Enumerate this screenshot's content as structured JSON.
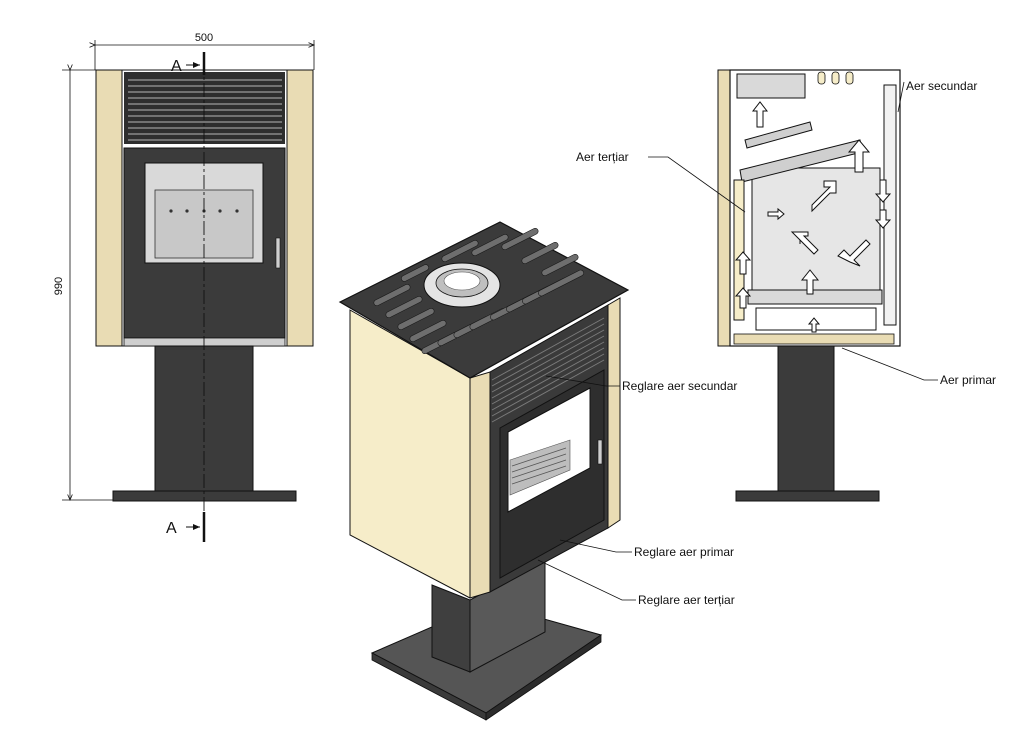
{
  "dimensions": {
    "width_label": "500",
    "height_label": "990"
  },
  "section": {
    "top_label": "A",
    "bottom_label": "A"
  },
  "callouts": {
    "aer_secundar": "Aer secundar",
    "aer_tertiar": "Aer terțiar",
    "aer_primar": "Aer primar",
    "reglare_aer_secundar": "Reglare aer secundar",
    "reglare_aer_primar": "Reglare aer primar",
    "reglare_aer_tertiar": "Reglare aer terțiar"
  },
  "colors": {
    "cream_panel": "#e9dcb4",
    "cream_light": "#f6edc9",
    "dark_body": "#3b3b3b",
    "steel": "#5a5a5a",
    "glass": "#d9d9d9",
    "line": "#111111"
  }
}
